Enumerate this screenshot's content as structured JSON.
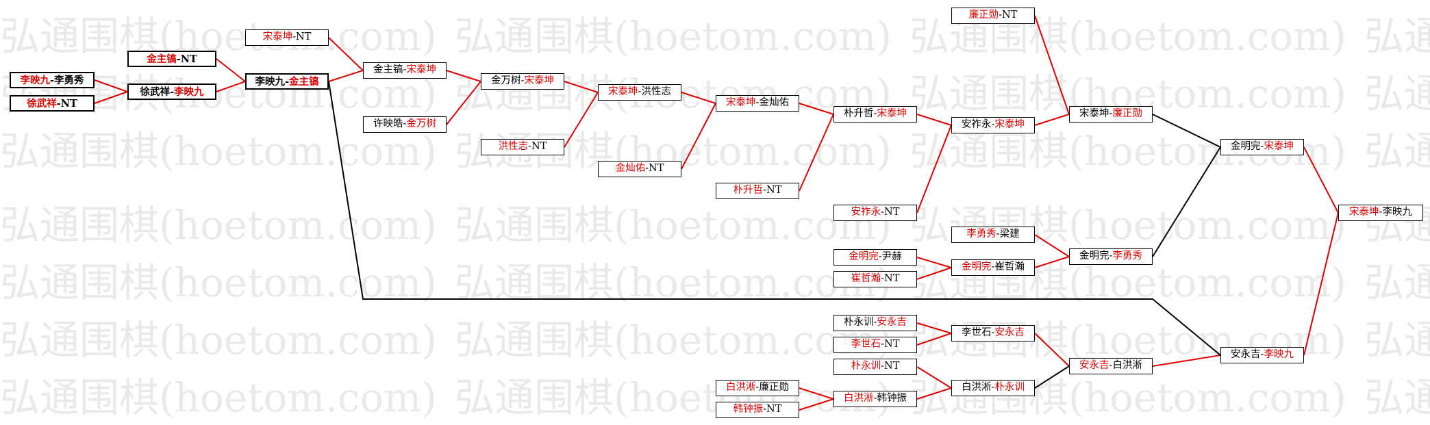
{
  "watermark": "弘通围棋(hoetom.com)",
  "colors": {
    "winner": "#e00000",
    "line_red": "#e00000",
    "line_black": "#000000"
  },
  "matches": [
    {
      "id": "m1",
      "p1": "李映九",
      "p2": "李勇秀",
      "winner": 1
    },
    {
      "id": "m2",
      "p1": "徐武祥",
      "p2": "NT",
      "winner": 1
    },
    {
      "id": "m3",
      "p1": "金主镐",
      "p2": "NT",
      "winner": 1
    },
    {
      "id": "m4",
      "p1": "徐武祥",
      "p2": "李映九",
      "winner": 2
    },
    {
      "id": "m5",
      "p1": "宋泰坤",
      "p2": "NT",
      "winner": 1
    },
    {
      "id": "m6",
      "p1": "李映九",
      "p2": "金主镐",
      "winner": 2
    },
    {
      "id": "m7",
      "p1": "金主镐",
      "p2": "宋泰坤",
      "winner": 2
    },
    {
      "id": "m8",
      "p1": "许映皓",
      "p2": "金万树",
      "winner": 2
    },
    {
      "id": "m9",
      "p1": "金万树",
      "p2": "宋泰坤",
      "winner": 2
    },
    {
      "id": "m10",
      "p1": "洪性志",
      "p2": "NT",
      "winner": 1
    },
    {
      "id": "m11",
      "p1": "宋泰坤",
      "p2": "洪性志",
      "winner": 1
    },
    {
      "id": "m12",
      "p1": "金灿佑",
      "p2": "NT",
      "winner": 1
    },
    {
      "id": "m13",
      "p1": "宋泰坤",
      "p2": "金灿佑",
      "winner": 1
    },
    {
      "id": "m14",
      "p1": "朴升哲",
      "p2": "NT",
      "winner": 1
    },
    {
      "id": "m15",
      "p1": "朴升哲",
      "p2": "宋泰坤",
      "winner": 2
    },
    {
      "id": "m16",
      "p1": "安祚永",
      "p2": "NT",
      "winner": 1
    },
    {
      "id": "m17",
      "p1": "安祚永",
      "p2": "宋泰坤",
      "winner": 2
    },
    {
      "id": "m18",
      "p1": "廉正勋",
      "p2": "NT",
      "winner": 1
    },
    {
      "id": "m19",
      "p1": "宋泰坤",
      "p2": "廉正勋",
      "winner": 2
    },
    {
      "id": "m20",
      "p1": "金明完",
      "p2": "宋泰坤",
      "winner": 2
    },
    {
      "id": "m21",
      "p1": "李勇秀",
      "p2": "梁建",
      "winner": 1
    },
    {
      "id": "m22",
      "p1": "金明完",
      "p2": "尹赫",
      "winner": 1
    },
    {
      "id": "m23",
      "p1": "崔哲瀚",
      "p2": "NT",
      "winner": 1
    },
    {
      "id": "m24",
      "p1": "金明完",
      "p2": "崔哲瀚",
      "winner": 1
    },
    {
      "id": "m25",
      "p1": "金明完",
      "p2": "李勇秀",
      "winner": 2
    },
    {
      "id": "m26",
      "p1": "朴永训",
      "p2": "安永吉",
      "winner": 2
    },
    {
      "id": "m27",
      "p1": "李世石",
      "p2": "NT",
      "winner": 1
    },
    {
      "id": "m28",
      "p1": "李世石",
      "p2": "安永吉",
      "winner": 2
    },
    {
      "id": "m29",
      "p1": "朴永训",
      "p2": "NT",
      "winner": 1
    },
    {
      "id": "m30",
      "p1": "白洪淅",
      "p2": "廉正勋",
      "winner": 1
    },
    {
      "id": "m31",
      "p1": "韩钟振",
      "p2": "NT",
      "winner": 1
    },
    {
      "id": "m32",
      "p1": "白洪淅",
      "p2": "韩钟振",
      "winner": 1
    },
    {
      "id": "m33",
      "p1": "白洪淅",
      "p2": "朴永训",
      "winner": 2
    },
    {
      "id": "m34",
      "p1": "安永吉",
      "p2": "白洪淅",
      "winner": 1
    },
    {
      "id": "m35",
      "p1": "安永吉",
      "p2": "李映九",
      "winner": 2
    },
    {
      "id": "m36",
      "p1": "宋泰坤",
      "p2": "李映九",
      "winner": 1
    }
  ]
}
